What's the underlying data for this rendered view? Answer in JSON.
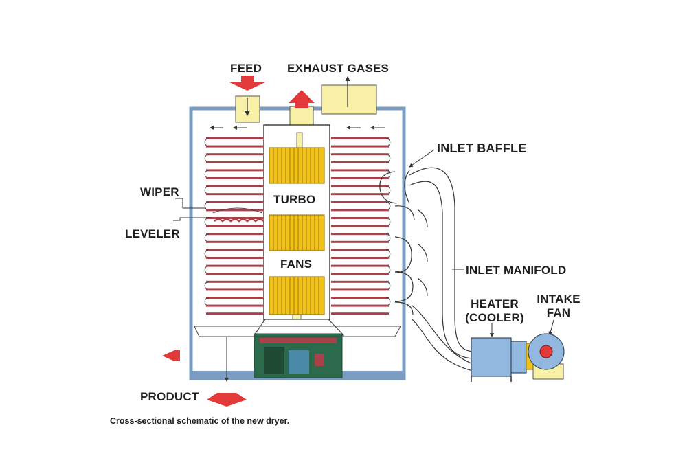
{
  "labels": {
    "feed": "FEED",
    "exhaust_gases": "EXHAUST GASES",
    "inlet_baffle": "INLET BAFFLE",
    "wiper": "WIPER",
    "turbo": "TURBO",
    "leveler": "LEVELER",
    "fans": "FANS",
    "inlet_manifold": "INLET MANIFOLD",
    "heater_line1": "HEATER",
    "heater_line2": "(COOLER)",
    "intake_line1": "INTAKE",
    "intake_line2": "FAN",
    "product": "PRODUCT"
  },
  "caption": "Cross-sectional schematic of the new dryer.",
  "colors": {
    "housing_frame": "#7a9cc0",
    "tray": "#a9414a",
    "turbo_fan": "#f2c21b",
    "arrow_red": "#e23a3a",
    "pale_yellow": "#f8f0a6",
    "heater_blue": "#93b8e0",
    "drive_green": "#2b6a4a"
  }
}
